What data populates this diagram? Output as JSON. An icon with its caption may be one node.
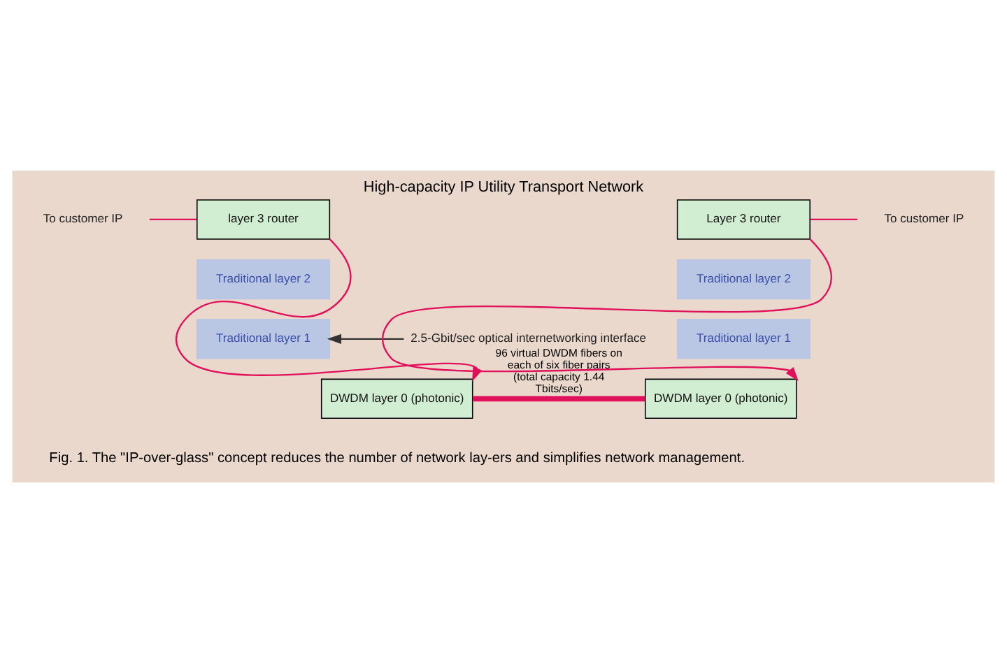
{
  "diagram": {
    "title": "High-capacity IP Utility Transport Network",
    "caption": "Fig. 1. The \"IP-over-glass\" concept reduces the number of network lay-ers and simplifies network management.",
    "nodes": [
      {
        "text": [
          "To customer IP"
        ]
      },
      {
        "text": [
          "layer 3 router"
        ]
      },
      {
        "text": [
          "Traditional layer 2"
        ]
      },
      {
        "text": [
          "Traditional layer 1"
        ]
      },
      {
        "text": [
          "DWDM layer 0 (photonic)"
        ]
      },
      {
        "text": [
          "2.5-Gbit/sec optical internetworking interface"
        ]
      },
      {
        "text": [
          "To customer IP"
        ]
      },
      {
        "text": [
          "Layer 3 router"
        ]
      },
      {
        "text": [
          "Traditional layer 2"
        ]
      },
      {
        "text": [
          "Traditional layer 1"
        ]
      },
      {
        "text": [
          "DWDM layer 0 (photonic)"
        ]
      }
    ],
    "edges": [
      {
        "from": 0,
        "to": 1,
        "arrow": "none"
      },
      {
        "from": 1,
        "to": 4,
        "arrow": "to"
      },
      {
        "from": 5,
        "to": 3,
        "arrow": "to",
        "color": "#333333"
      },
      {
        "from": 4,
        "to": 10,
        "arrow": "none",
        "style": "thick",
        "label": "96 virtual DWDM fibers on each of six fiber pairs (total capacity 1.44 Tbits/sec)"
      },
      {
        "from": 7,
        "to": 6,
        "arrow": "none"
      },
      {
        "from": 7,
        "to": 10,
        "arrow": "to"
      }
    ]
  }
}
